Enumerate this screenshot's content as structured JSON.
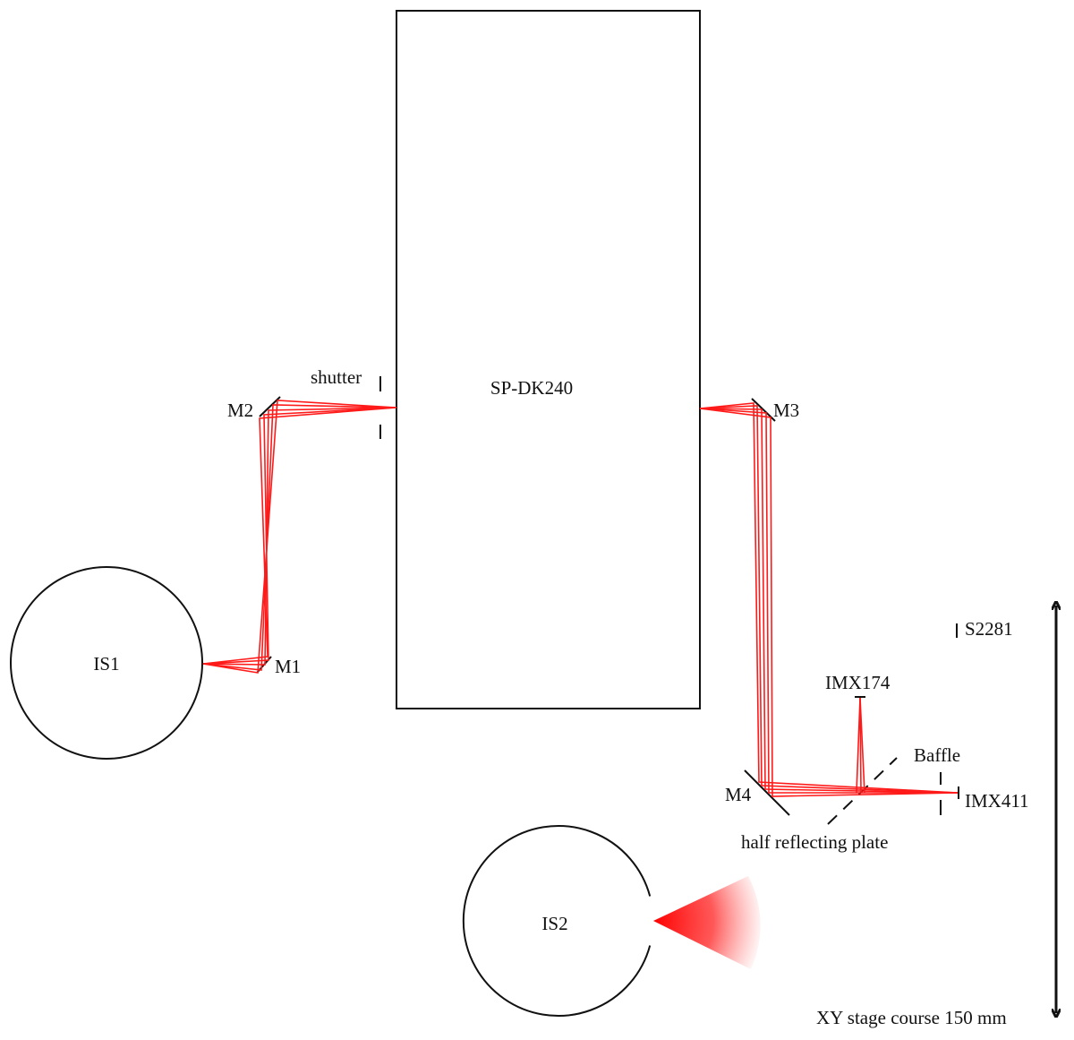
{
  "labels": {
    "spectrometer": "SP-DK240",
    "shutter": "shutter",
    "m1": "M1",
    "m2": "M2",
    "m3": "M3",
    "m4": "M4",
    "is1": "IS1",
    "is2": "IS2",
    "imx174": "IMX174",
    "imx411": "IMX411",
    "baffle": "Baffle",
    "s2281": "S2281",
    "half_plate": "half reflecting plate",
    "stage": "XY stage course 150 mm"
  },
  "colors": {
    "beam": "#ff1a1a",
    "outline": "#111111",
    "background": "#ffffff"
  }
}
